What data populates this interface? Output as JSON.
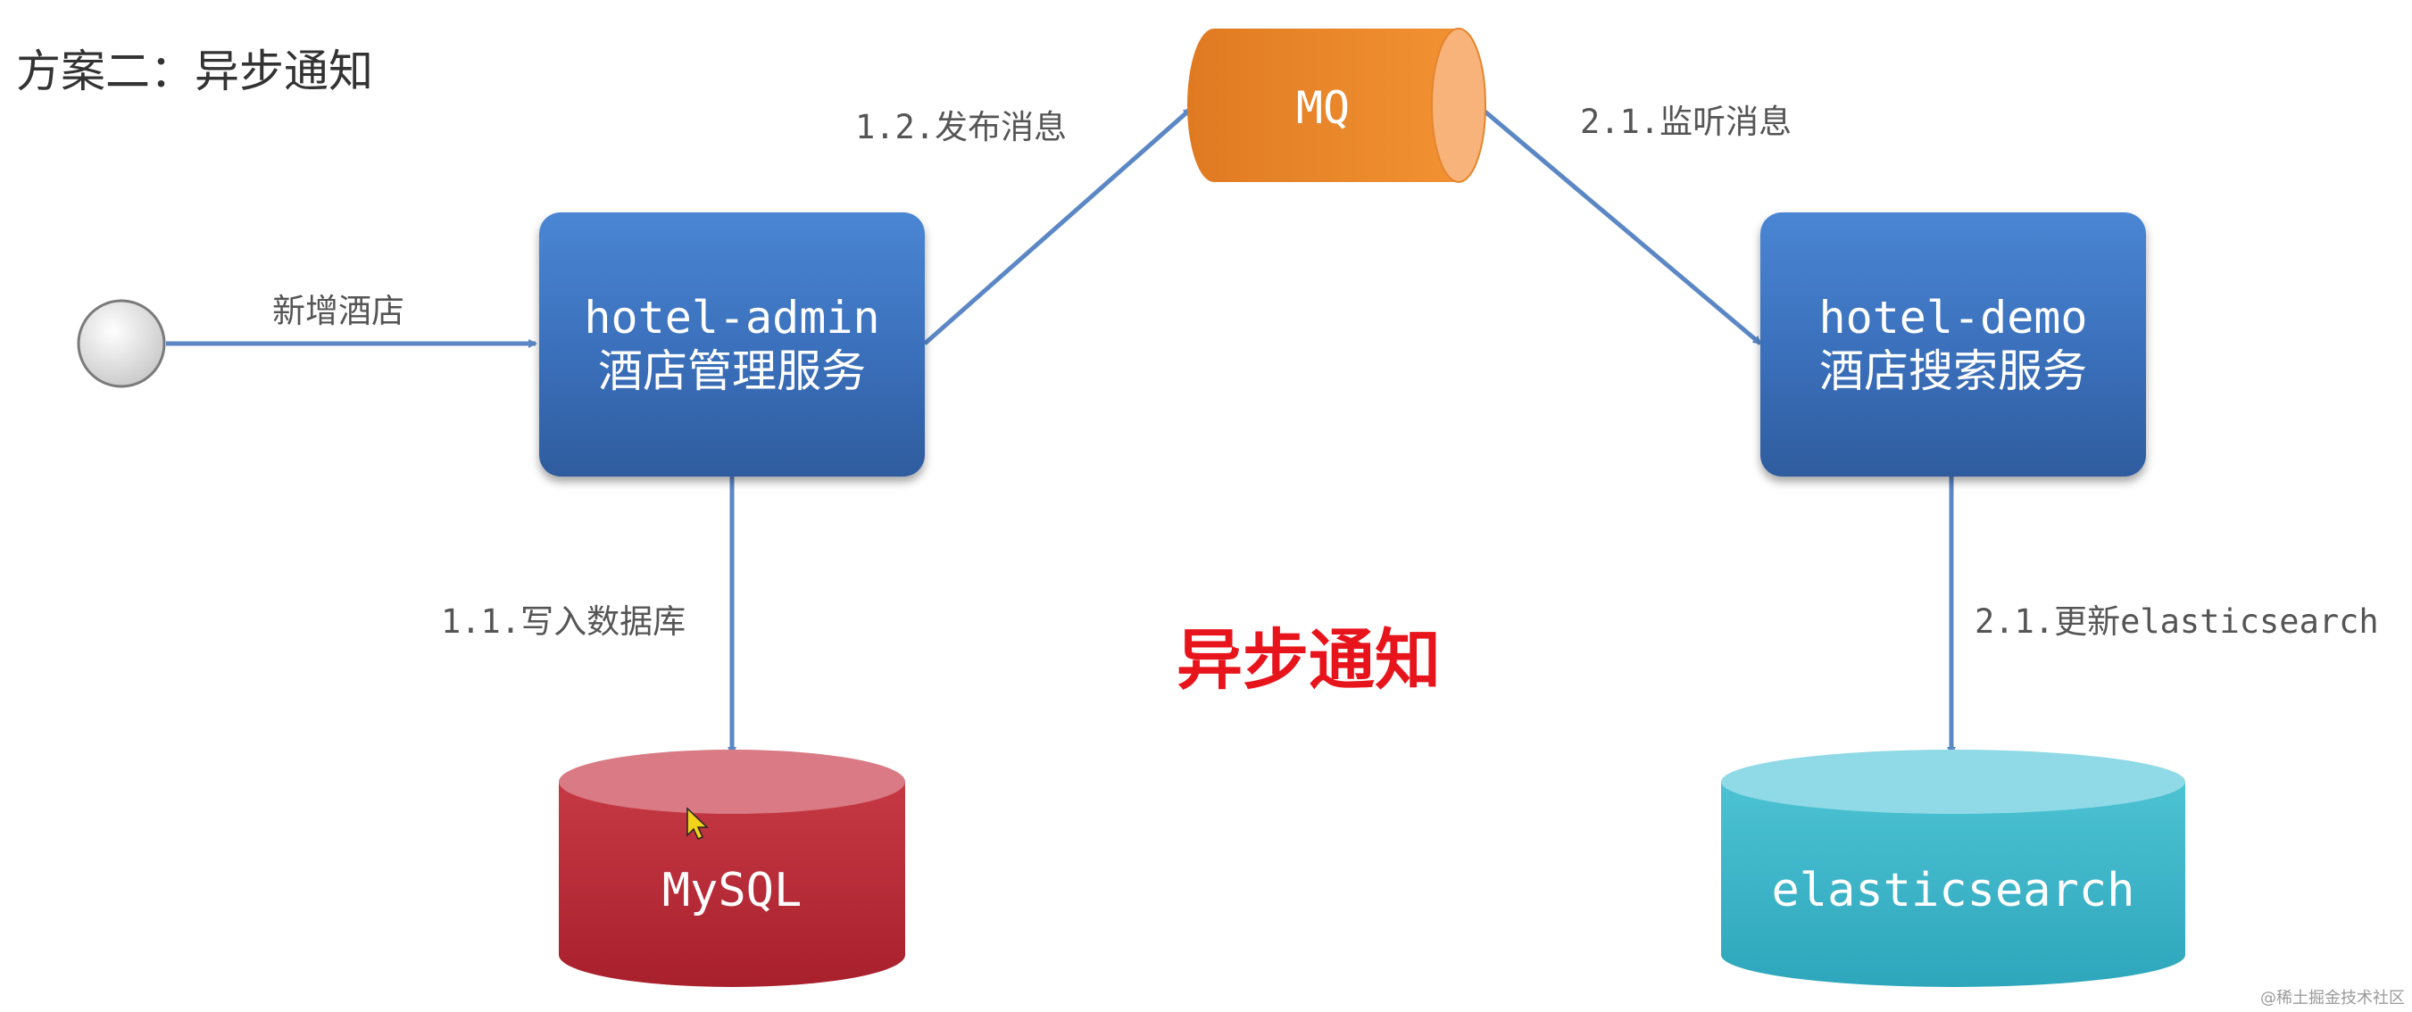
{
  "title": "方案二：异步通知",
  "caption": "异步通知",
  "start_node": {
    "label": ""
  },
  "services": {
    "admin": {
      "name": "hotel-admin",
      "desc": "酒店管理服务"
    },
    "demo": {
      "name": "hotel-demo",
      "desc": "酒店搜索服务"
    }
  },
  "stores": {
    "mq": "MQ",
    "mysql": "MySQL",
    "es": "elasticsearch"
  },
  "edges": {
    "add_hotel": "新增酒店",
    "publish": "1.2.发布消息",
    "listen": "2.1.监听消息",
    "write_db": "1.1.写入数据库",
    "update_es": "2.1.更新elasticsearch"
  },
  "watermark": "@稀土掘金技术社区",
  "colors": {
    "service": "#3a6fba",
    "mq": "#f08a2c",
    "mysql": "#c1323d",
    "es": "#3fb9cc",
    "arrow": "#5b87c5",
    "caption": "#e8141c"
  }
}
